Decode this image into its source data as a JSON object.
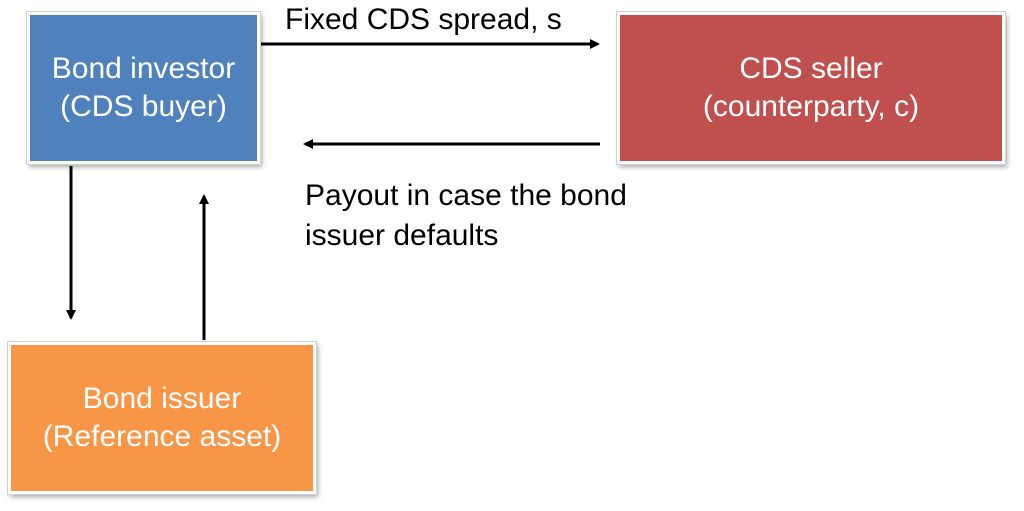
{
  "nodes": {
    "investor": {
      "line1": "Bond investor",
      "line2": "(CDS buyer)",
      "fill": "#4f81bd"
    },
    "seller": {
      "line1": "CDS seller",
      "line2": "(counterparty, c)",
      "fill": "#c0504d"
    },
    "issuer": {
      "line1": "Bond issuer",
      "line2": "(Reference asset)",
      "fill": "#f79646"
    }
  },
  "edges": {
    "spread_label": "Fixed CDS spread, s",
    "payout_label_line1": "Payout in case the bond",
    "payout_label_line2": "issuer defaults"
  }
}
